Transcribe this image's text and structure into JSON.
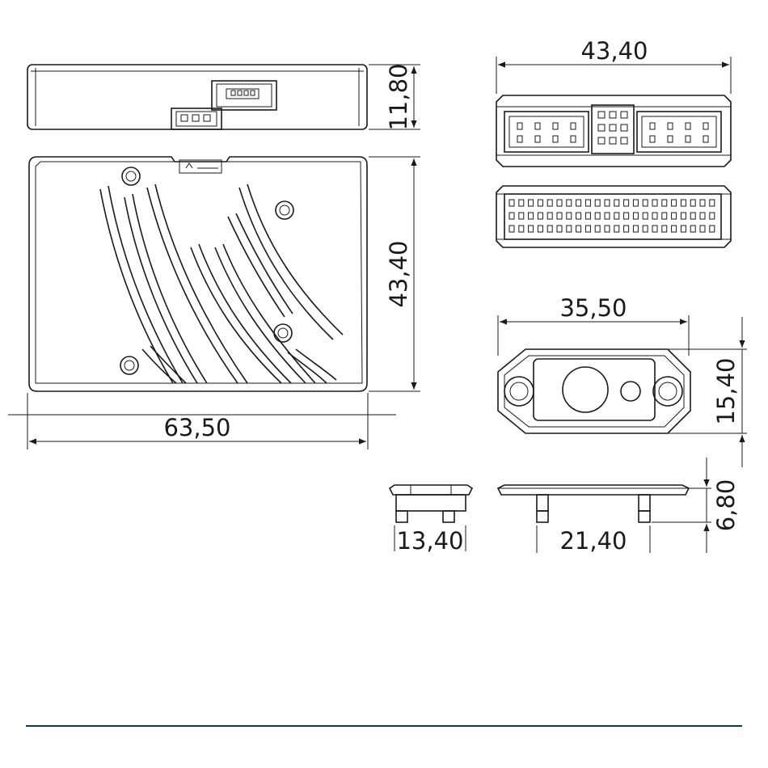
{
  "dimensions": {
    "side_height": "11,80",
    "top_height": "43,40",
    "top_width": "63,50",
    "front_width": "43,40",
    "mount_width": "35,50",
    "mount_height": "15,40",
    "mount_depth": "13,40",
    "mount_hole_spacing": "21,40",
    "mount_thickness": "6,80"
  },
  "colors": {
    "line": "#1a1a1a",
    "footer_rule": "#0e3a5c"
  }
}
